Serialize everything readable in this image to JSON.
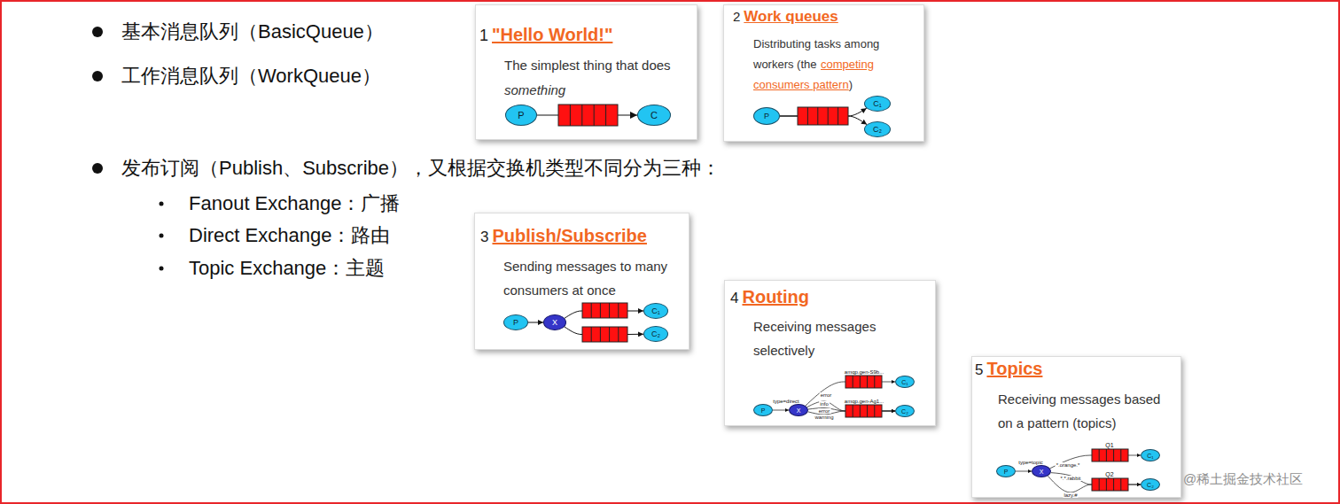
{
  "diagram": {
    "nodes": [
      {
        "text": [
          "1",
          "\"Hello World!\"",
          "The simplest thing that does",
          "something"
        ]
      },
      {
        "text": [
          "P"
        ],
        "in": 0
      },
      {
        "text": [
          "C"
        ],
        "in": 0
      },
      {
        "text": [
          "2",
          "Work queues",
          "Distributing tasks among workers (the",
          "competing consumers pattern",
          ")"
        ]
      },
      {
        "text": [
          "P"
        ],
        "in": 3
      },
      {
        "text": [
          "C₁"
        ],
        "in": 3
      },
      {
        "text": [
          "C₂"
        ],
        "in": 3
      },
      {
        "text": [
          "3",
          "Publish/Subscribe",
          "Sending messages to many consumers at once"
        ]
      },
      {
        "text": [
          "P"
        ],
        "in": 7
      },
      {
        "text": [
          "X"
        ],
        "in": 7
      },
      {
        "text": [
          "C₁"
        ],
        "in": 7
      },
      {
        "text": [
          "C₂"
        ],
        "in": 7
      },
      {
        "text": [
          "4",
          "Routing",
          "Receiving messages selectively"
        ]
      },
      {
        "text": [
          "P"
        ],
        "in": 12
      },
      {
        "text": [
          "X"
        ],
        "in": 12
      },
      {
        "text": [
          "C₁"
        ],
        "in": 12
      },
      {
        "text": [
          "C₂"
        ],
        "in": 12
      },
      {
        "text": [
          "5",
          "Topics",
          "Receiving messages based on a pattern (topics)"
        ]
      },
      {
        "text": [
          "P"
        ],
        "in": 17
      },
      {
        "text": [
          "X"
        ],
        "in": 17
      },
      {
        "text": [
          "C₁"
        ],
        "in": 17
      },
      {
        "text": [
          "C₂"
        ],
        "in": 17
      }
    ],
    "edges": [
      {
        "from": 1,
        "to": 2,
        "arrow": "to"
      },
      {
        "from": 4,
        "to": 5,
        "arrow": "to"
      },
      {
        "from": 4,
        "to": 6,
        "arrow": "to"
      },
      {
        "from": 8,
        "to": 9,
        "arrow": "to"
      },
      {
        "from": 9,
        "to": 10,
        "arrow": "to"
      },
      {
        "from": 9,
        "to": 11,
        "arrow": "to"
      },
      {
        "from": 13,
        "to": 14,
        "arrow": "to"
      },
      {
        "from": 14,
        "to": 15,
        "label": "error",
        "arrow": "to"
      },
      {
        "from": 14,
        "to": 16,
        "label": "info",
        "arrow": "to"
      },
      {
        "from": 14,
        "to": 16,
        "label": "error",
        "arrow": "to"
      },
      {
        "from": 14,
        "to": 16,
        "label": "warning",
        "arrow": "to"
      },
      {
        "from": 18,
        "to": 19,
        "arrow": "to"
      },
      {
        "from": 19,
        "to": 20,
        "label": "*.orange.*",
        "arrow": "to"
      },
      {
        "from": 19,
        "to": 21,
        "label": "*.*.rabbit",
        "arrow": "to"
      },
      {
        "from": 19,
        "to": 21,
        "label": "lazy.#",
        "arrow": "to"
      }
    ],
    "labels": [
      "基本消息队列（BasicQueue）",
      "工作消息队列（WorkQueue）",
      "发布订阅（Publish、Subscribe），又根据交换机类型不同分为三种：",
      "Fanout Exchange：广播",
      "Direct Exchange：路由",
      "Topic Exchange：主题",
      "type=direct",
      "amqp.gen-S9b...",
      "amqp.gen-Ag1...",
      "type=topic",
      "Q1",
      "Q2",
      "@稀土掘金技术社区"
    ]
  }
}
